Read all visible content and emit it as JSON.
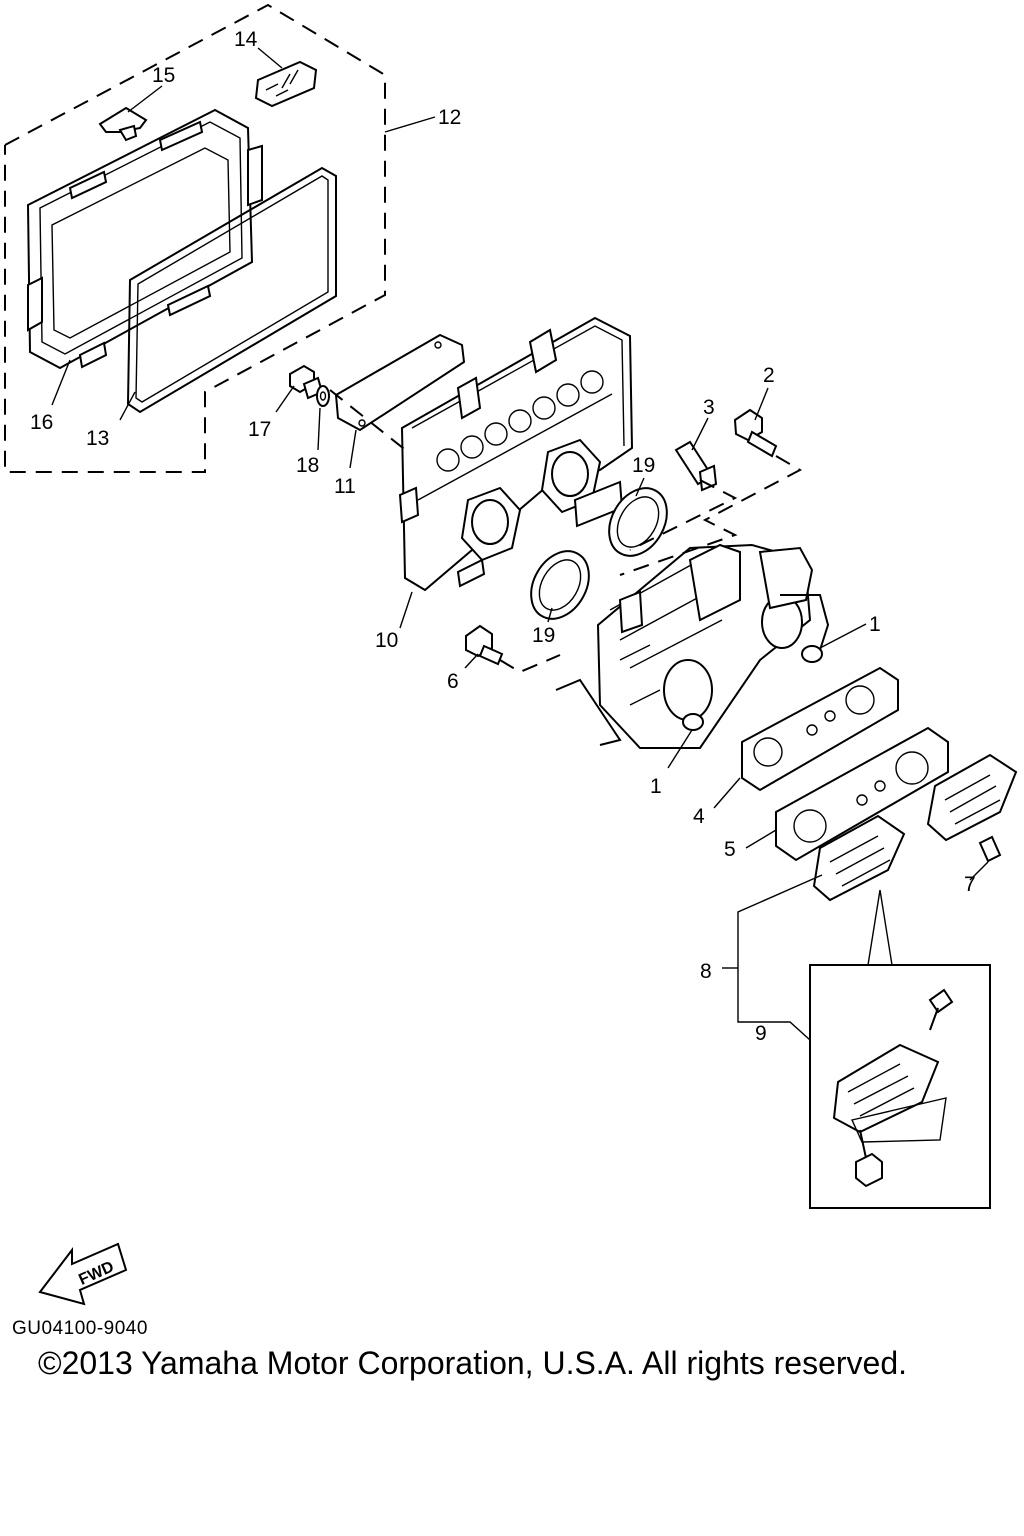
{
  "callouts": [
    "1",
    "1",
    "2",
    "3",
    "4",
    "5",
    "6",
    "7",
    "8",
    "9",
    "10",
    "11",
    "12",
    "13",
    "14",
    "15",
    "16",
    "17",
    "18",
    "19",
    "19"
  ],
  "fwd_label": "FWD",
  "drawing_code": "GU04100-9040",
  "copyright": "©2013 Yamaha Motor Corporation, U.S.A. All rights reserved."
}
